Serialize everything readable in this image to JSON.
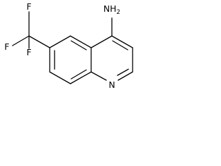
{
  "molecule": {
    "labels": {
      "amine": "NH2",
      "fluorine_top": "F",
      "fluorine_left": "F",
      "fluorine_bottom": "F",
      "ring_nitrogen": "N"
    }
  }
}
